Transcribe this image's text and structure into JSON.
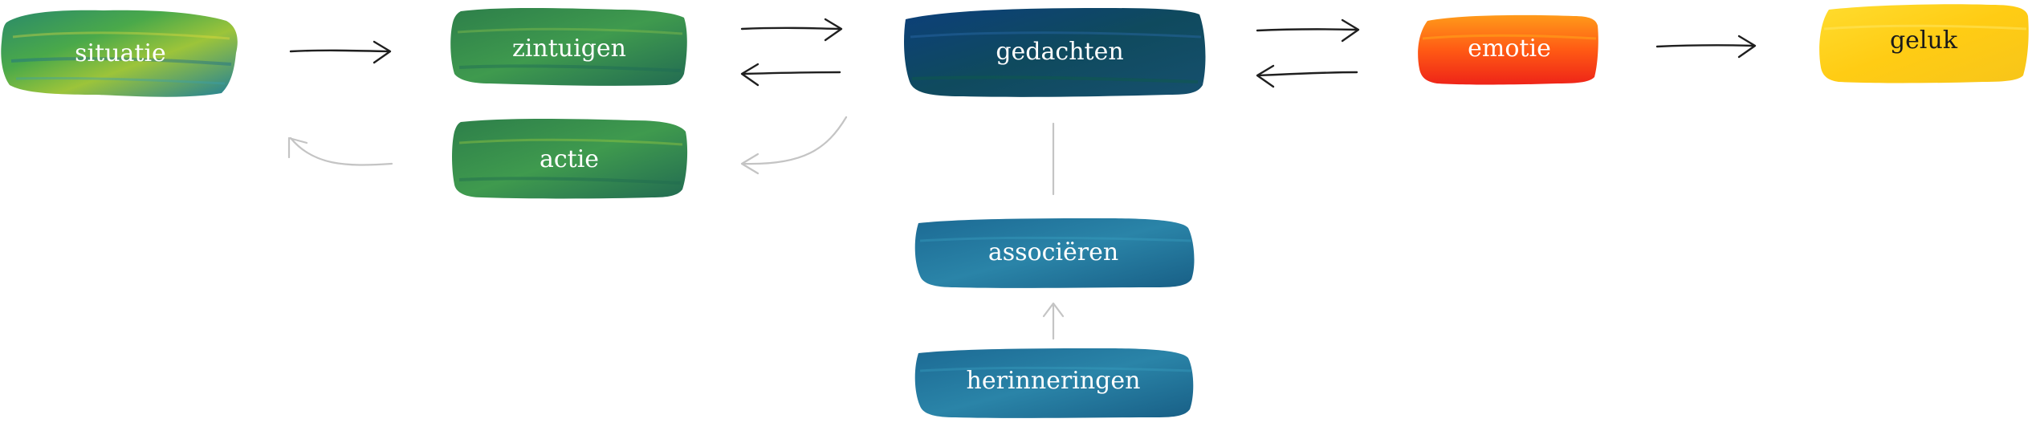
{
  "nodes": {
    "situatie": "situatie",
    "zintuigen": "zintuigen",
    "gedachten": "gedachten",
    "emotie": "emotie",
    "geluk": "geluk",
    "actie": "actie",
    "associeren": "associëren",
    "herinneringen": "herinneringen"
  },
  "colors": {
    "green_brush": "#2f8a52",
    "green_dark": "#1f6b4a",
    "navy_brush": "#0f3f6b",
    "teal_brush": "#1f6f93",
    "orange_brush": "#ff6a18",
    "red_brush": "#ee2a1a",
    "yellow_brush": "#ffd21f",
    "arrow_dark": "#1f1f1f",
    "arrow_light": "#c4c4c4"
  },
  "edges": [
    {
      "from": "situatie",
      "to": "zintuigen",
      "style": "dark"
    },
    {
      "from": "zintuigen",
      "to": "gedachten",
      "style": "dark"
    },
    {
      "from": "gedachten",
      "to": "zintuigen",
      "style": "dark"
    },
    {
      "from": "gedachten",
      "to": "emotie",
      "style": "dark"
    },
    {
      "from": "emotie",
      "to": "gedachten",
      "style": "dark"
    },
    {
      "from": "emotie",
      "to": "geluk",
      "style": "dark"
    },
    {
      "from": "gedachten",
      "to": "actie",
      "style": "light"
    },
    {
      "from": "actie",
      "to": "situatie",
      "style": "light"
    },
    {
      "from": "gedachten",
      "to": "associeren",
      "style": "light"
    },
    {
      "from": "herinneringen",
      "to": "associeren",
      "style": "light"
    }
  ]
}
